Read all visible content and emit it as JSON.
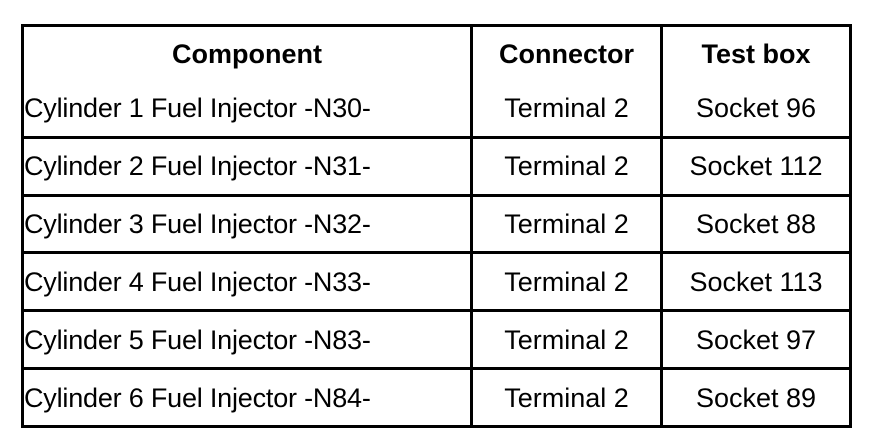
{
  "table": {
    "columns": [
      {
        "key": "component",
        "label": "Component",
        "align": "center"
      },
      {
        "key": "connector",
        "label": "Connector",
        "align": "center"
      },
      {
        "key": "test_box",
        "label": "Test box",
        "align": "center"
      }
    ],
    "rows": [
      {
        "component": "Cylinder 1 Fuel Injector -N30-",
        "connector": "Terminal 2",
        "test_box": "Socket 96"
      },
      {
        "component": "Cylinder 2 Fuel Injector -N31-",
        "connector": "Terminal 2",
        "test_box": "Socket 112"
      },
      {
        "component": "Cylinder 3 Fuel Injector -N32-",
        "connector": "Terminal 2",
        "test_box": "Socket 88"
      },
      {
        "component": "Cylinder 4 Fuel Injector -N33-",
        "connector": "Terminal 2",
        "test_box": "Socket 113"
      },
      {
        "component": "Cylinder 5 Fuel Injector -N83-",
        "connector": "Terminal 2",
        "test_box": "Socket 97"
      },
      {
        "component": "Cylinder 6 Fuel Injector -N84-",
        "connector": "Terminal 2",
        "test_box": "Socket 89"
      }
    ]
  },
  "colors": {
    "border": "#000000",
    "text": "#000000",
    "background": "#ffffff"
  }
}
